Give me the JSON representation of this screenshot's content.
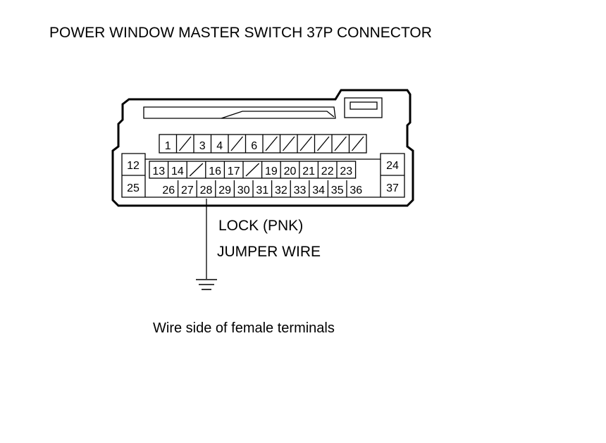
{
  "title": "POWER WINDOW MASTER SWITCH 37P CONNECTOR",
  "connector": {
    "top_row": [
      "1",
      "",
      "3",
      "4",
      "",
      "6",
      "",
      "",
      "",
      "",
      "",
      ""
    ],
    "left_side": [
      "12",
      "25"
    ],
    "right_side": [
      "24",
      "37"
    ],
    "middle_row": [
      "13",
      "14",
      "",
      "16",
      "17",
      "",
      "19",
      "20",
      "21",
      "22",
      "23"
    ],
    "bottom_row": [
      "26",
      "27",
      "28",
      "29",
      "30",
      "31",
      "32",
      "33",
      "34",
      "35",
      "36"
    ]
  },
  "wire": {
    "terminal": "28",
    "label_line1": "LOCK (PNK)",
    "label_line2": "JUMPER WIRE",
    "end_symbol": "ground-icon"
  },
  "caption": "Wire side of female terminals"
}
